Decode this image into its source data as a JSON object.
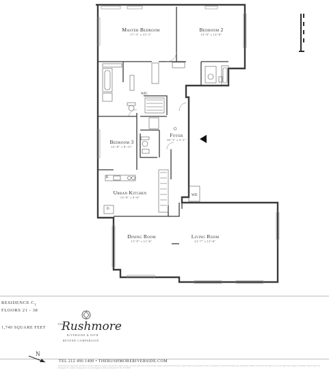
{
  "rooms": {
    "master": {
      "name": "Master Bedroom",
      "dims": "17'-3\" x 15'-1\""
    },
    "bedroom2": {
      "name": "Bedroom 2",
      "dims": "15'-9\" x 12'-6\""
    },
    "bedroom3": {
      "name": "Bedroom 3",
      "dims": "12'-8\" x 8'-11\""
    },
    "foyer": {
      "name": "Foyer",
      "dims": "10'-1\" x 5'-1\""
    },
    "kitchen": {
      "name": "Urban Kitchen",
      "dims": "13'-0\" x 9'-6\""
    },
    "dining": {
      "name": "Dining Room",
      "dims": "11'-9\" x 11'-6\""
    },
    "living": {
      "name": "Living Room",
      "dims": "21'-7\" x 13'-6\""
    }
  },
  "labels": {
    "wic": "WIC",
    "wd": "WD",
    "k": "K",
    "d": "D"
  },
  "footer": {
    "residence": "RESIDENCE C",
    "residence_num": "1",
    "floors": "FLOORS 21 - 38",
    "sqft": "1,740 SQUARE FEET",
    "brand_the": "THE",
    "brand": "Rushmore",
    "brand_sub": "RIVERSIDE & 80TH",
    "brand_tag": "BEYOND COMPARISON",
    "phone": "TEL 212 496 1400 • THERUSHMORERIVERSIDE.COM",
    "north": "N",
    "legal": "All dimensions are approximate and subject to normal construction variances and tolerances. Square footage exceeds the usable floor area and includes columns, mechanical and shaft areas. Sponsor makes no representation as to the exact usable area. Plans and dimensions may contain minor variations from floor to floor. Sponsor reserves the right to make changes in accordance with the terms of the offering plan. The complete offering terms are in an offering plan available from Sponsor. File No. CD 05-0000."
  },
  "colors": {
    "wall": "#3a3a3a",
    "line": "#666666",
    "rule": "#bdbdbd"
  }
}
